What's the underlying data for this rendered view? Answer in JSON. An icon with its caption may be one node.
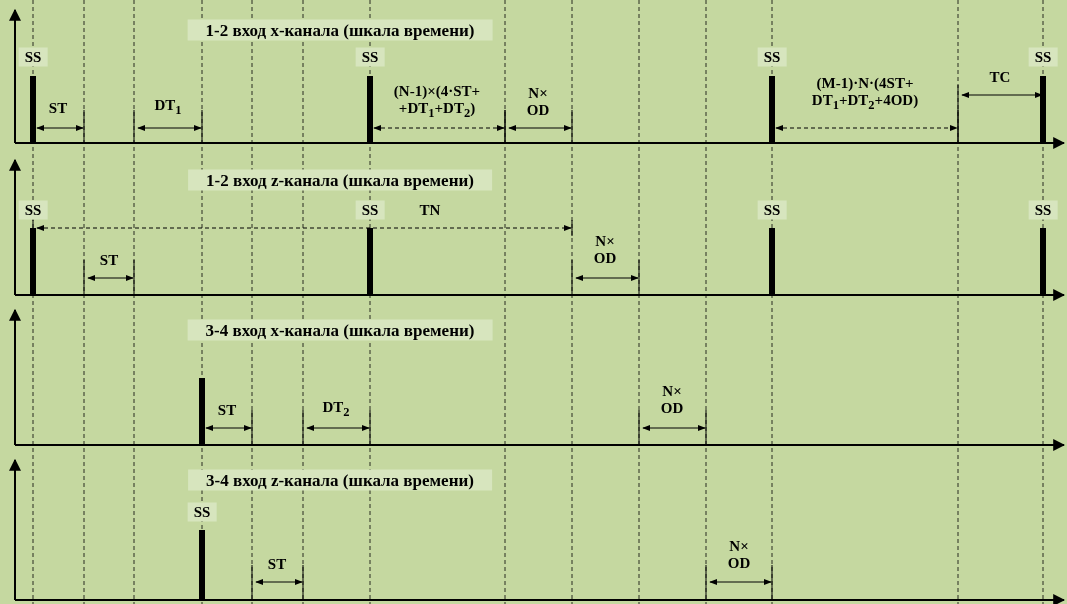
{
  "diagram": {
    "labels": [
      "1-2 вход x-канала (шкала времени)",
      "SS",
      "SS",
      "SS",
      "SS",
      "(N-1)×(4·ST+ +DT$_{1}$+DT$_{2}$)",
      "N× OD",
      "(M-1)·N·(4ST+ DT$_{1}$+DT$_{2}$+4OD)",
      "TC",
      "ST",
      "DT$_{1}$",
      "1-2 вход z-канала (шкала времени)",
      "SS",
      "SS",
      "TN",
      "SS",
      "SS",
      "N× OD",
      "ST",
      "3-4 вход x-канала (шкала времени)",
      "N× OD",
      "ST",
      "DT$_{2}$",
      "3-4 вход z-канала (шкала времени)",
      "SS",
      "N× OD",
      "ST"
    ]
  }
}
